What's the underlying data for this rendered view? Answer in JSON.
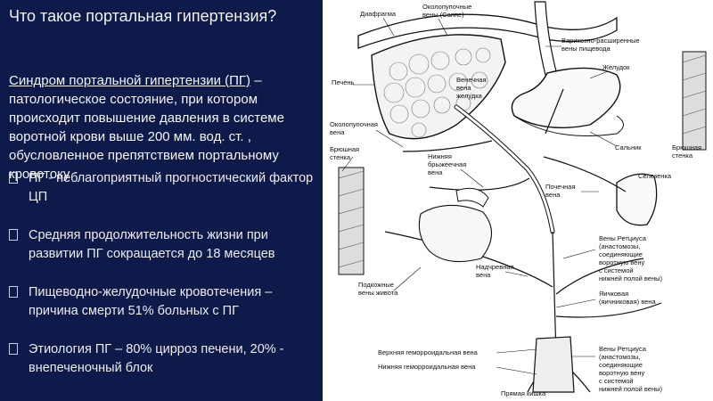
{
  "title": "Что такое портальная гипертензия?",
  "intro": {
    "lead": "Синдром портальной гипертензии (ПГ)",
    "rest": " – патологическое состояние, при котором происходит повышение давления в системе воротной крови выше 200 мм. вод. ст. , обусловленное препятствием портальному кровотоку"
  },
  "bullets": [
    "ПГ - неблагоприятный прогностический фактор ЦП",
    "Средняя продолжительность жизни при развитии ПГ сокращается до 18 месяцев",
    "Пищеводно-желудочные кровотечения – причина смерти 51% больных с ПГ",
    "Этиология ПГ – 80% цирроз печени, 20% - внепеченочный блок"
  ],
  "figure": {
    "labels": {
      "diaphragm": "Диафрагма",
      "paraumbilical_sappey_1": "Околопупочные",
      "paraumbilical_sappey_2": "вены (Саппе)",
      "varicose_1": "Варикозно-расширенные",
      "varicose_2": "вены пищевода",
      "liver": "Печень",
      "stomach": "Желудок",
      "coronary_1": "Венечная",
      "coronary_2": "вена",
      "coronary_3": "желудка",
      "paraumbilical_vein_1": "Околопупочная",
      "paraumbilical_vein_2": "вена",
      "abdominal_wall_1": "Брюшная",
      "abdominal_wall_2": "стенка",
      "omentum": "Сальник",
      "abdominal_wall_right_1": "Брюшная",
      "abdominal_wall_right_2": "стенка",
      "spleen": "Селезенка",
      "inferior_mesenteric_1": "Нижняя",
      "inferior_mesenteric_2": "брыжеечная",
      "inferior_mesenteric_3": "вена",
      "renal_1": "Почечная",
      "renal_2": "вена",
      "retzius_1": "Вены Ретциуса",
      "retzius_2": "(анастомозы,",
      "retzius_3": "соединяющие",
      "retzius_4": "воротную вену",
      "retzius_5": "с системой",
      "retzius_6": "нижней полой вены)",
      "epigastric": "Надчревная",
      "epigastric_2": "вена",
      "testicular_1": "Яичковая",
      "testicular_2": "(яичниковая) вена",
      "subcutaneous_1": "Подкожные",
      "subcutaneous_2": "вены живота",
      "sup_hemorrhoidal": "Верхняя геморроидальная вена",
      "inf_hemorrhoidal": "Нижняя геморроидальная вена",
      "rectum": "Прямая кишка",
      "retzius_b_1": "Вены Ретциуса",
      "retzius_b_2": "(анастомозы,",
      "retzius_b_3": "соединяющие",
      "retzius_b_4": "воротную вену",
      "retzius_b_5": "с системой",
      "retzius_b_6": "нижней полой вены)"
    }
  }
}
